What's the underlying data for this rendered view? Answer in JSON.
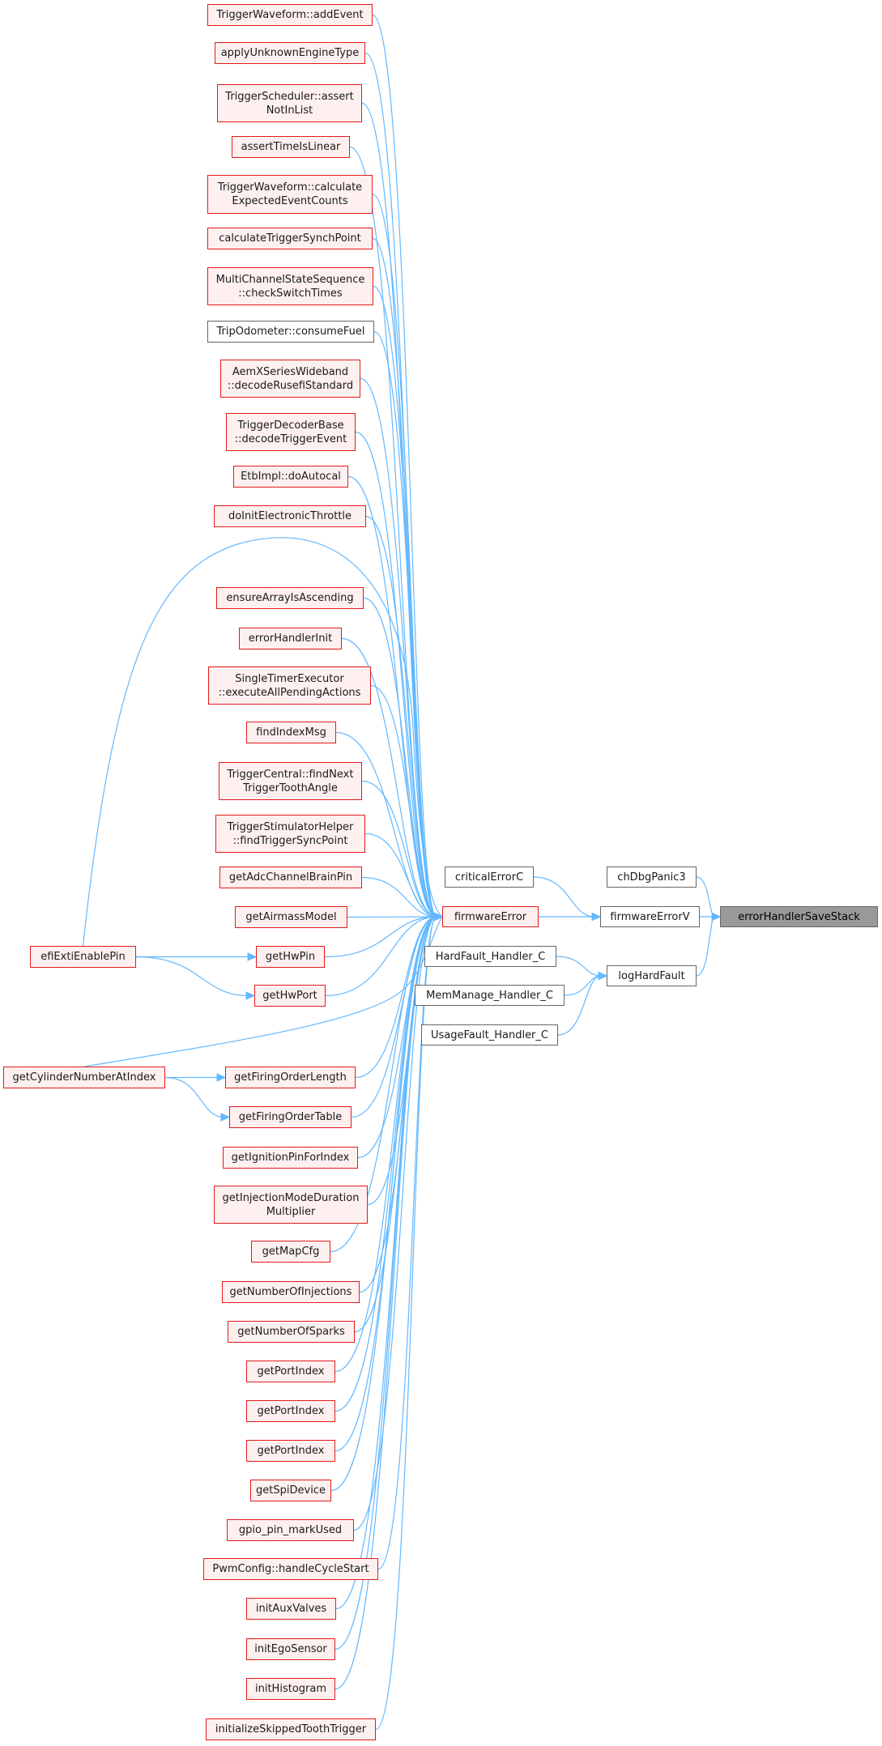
{
  "diagram": {
    "root": "errorHandlerSaveStack",
    "nodes": [
      {
        "id": "root",
        "label": "errorHandlerSaveStack",
        "style": "root"
      },
      {
        "id": "chDbgPanic3",
        "label": "chDbgPanic3",
        "style": "plain"
      },
      {
        "id": "firmwareErrorV",
        "label": "firmwareErrorV",
        "style": "plain"
      },
      {
        "id": "logHardFault",
        "label": "logHardFault",
        "style": "plain"
      },
      {
        "id": "criticalErrorC",
        "label": "criticalErrorC",
        "style": "plain"
      },
      {
        "id": "firmwareError",
        "label": "firmwareError",
        "style": "red"
      },
      {
        "id": "HardFault",
        "label": "HardFault_Handler_C",
        "style": "plain"
      },
      {
        "id": "MemManage",
        "label": "MemManage_Handler_C",
        "style": "plain"
      },
      {
        "id": "UsageFault",
        "label": "UsageFault_Handler_C",
        "style": "plain"
      },
      {
        "id": "c0",
        "label": "TriggerWaveform::addEvent",
        "style": "red"
      },
      {
        "id": "c1",
        "label": "applyUnknownEngineType",
        "style": "red"
      },
      {
        "id": "c2",
        "label": "TriggerScheduler::assert\nNotInList",
        "style": "red"
      },
      {
        "id": "c3",
        "label": "assertTimeIsLinear",
        "style": "red"
      },
      {
        "id": "c4",
        "label": "TriggerWaveform::calculate\nExpectedEventCounts",
        "style": "red"
      },
      {
        "id": "c5",
        "label": "calculateTriggerSynchPoint",
        "style": "red"
      },
      {
        "id": "c6",
        "label": "MultiChannelStateSequence\n::checkSwitchTimes",
        "style": "red"
      },
      {
        "id": "c7",
        "label": "TripOdometer::consumeFuel",
        "style": "plain"
      },
      {
        "id": "c8",
        "label": "AemXSeriesWideband\n::decodeRusefiStandard",
        "style": "red"
      },
      {
        "id": "c9",
        "label": "TriggerDecoderBase\n::decodeTriggerEvent",
        "style": "red"
      },
      {
        "id": "c10",
        "label": "EtbImpl::doAutocal",
        "style": "red"
      },
      {
        "id": "c11",
        "label": "doInitElectronicThrottle",
        "style": "red"
      },
      {
        "id": "c12",
        "label": "ensureArrayIsAscending",
        "style": "red"
      },
      {
        "id": "c13",
        "label": "errorHandlerInit",
        "style": "red"
      },
      {
        "id": "c14",
        "label": "SingleTimerExecutor\n::executeAllPendingActions",
        "style": "red"
      },
      {
        "id": "c15",
        "label": "findIndexMsg",
        "style": "red"
      },
      {
        "id": "c16",
        "label": "TriggerCentral::findNext\nTriggerToothAngle",
        "style": "red"
      },
      {
        "id": "c17",
        "label": "TriggerStimulatorHelper\n::findTriggerSyncPoint",
        "style": "red"
      },
      {
        "id": "c18",
        "label": "getAdcChannelBrainPin",
        "style": "red"
      },
      {
        "id": "c19",
        "label": "getAirmassModel",
        "style": "red"
      },
      {
        "id": "c20",
        "label": "getHwPin",
        "style": "red"
      },
      {
        "id": "c21",
        "label": "getHwPort",
        "style": "red"
      },
      {
        "id": "c22",
        "label": "getFiringOrderLength",
        "style": "red"
      },
      {
        "id": "c23",
        "label": "getFiringOrderTable",
        "style": "red"
      },
      {
        "id": "c24",
        "label": "getIgnitionPinForIndex",
        "style": "red"
      },
      {
        "id": "c25",
        "label": "getInjectionModeDuration\nMultiplier",
        "style": "red"
      },
      {
        "id": "c26",
        "label": "getMapCfg",
        "style": "red"
      },
      {
        "id": "c27",
        "label": "getNumberOfInjections",
        "style": "red"
      },
      {
        "id": "c28",
        "label": "getNumberOfSparks",
        "style": "red"
      },
      {
        "id": "c29",
        "label": "getPortIndex",
        "style": "red"
      },
      {
        "id": "c30",
        "label": "getPortIndex",
        "style": "red"
      },
      {
        "id": "c31",
        "label": "getPortIndex",
        "style": "red"
      },
      {
        "id": "c32",
        "label": "getSpiDevice",
        "style": "red"
      },
      {
        "id": "c33",
        "label": "gpio_pin_markUsed",
        "style": "red"
      },
      {
        "id": "c34",
        "label": "PwmConfig::handleCycleStart",
        "style": "red"
      },
      {
        "id": "c35",
        "label": "initAuxValves",
        "style": "red"
      },
      {
        "id": "c36",
        "label": "initEgoSensor",
        "style": "red"
      },
      {
        "id": "c37",
        "label": "initHistogram",
        "style": "red"
      },
      {
        "id": "c38",
        "label": "initializeSkippedToothTrigger",
        "style": "red"
      },
      {
        "id": "efiExti",
        "label": "efiExtiEnablePin",
        "style": "red"
      },
      {
        "id": "getCyl",
        "label": "getCylinderNumberAtIndex",
        "style": "red"
      }
    ],
    "edges": [
      [
        "chDbgPanic3",
        "root"
      ],
      [
        "firmwareErrorV",
        "root"
      ],
      [
        "logHardFault",
        "root"
      ],
      [
        "criticalErrorC",
        "firmwareErrorV"
      ],
      [
        "firmwareError",
        "firmwareErrorV"
      ],
      [
        "HardFault",
        "logHardFault"
      ],
      [
        "MemManage",
        "logHardFault"
      ],
      [
        "UsageFault",
        "logHardFault"
      ],
      [
        "c0",
        "firmwareError"
      ],
      [
        "c1",
        "firmwareError"
      ],
      [
        "c2",
        "firmwareError"
      ],
      [
        "c3",
        "firmwareError"
      ],
      [
        "c4",
        "firmwareError"
      ],
      [
        "c5",
        "firmwareError"
      ],
      [
        "c6",
        "firmwareError"
      ],
      [
        "c7",
        "firmwareError"
      ],
      [
        "c8",
        "firmwareError"
      ],
      [
        "c9",
        "firmwareError"
      ],
      [
        "c10",
        "firmwareError"
      ],
      [
        "c11",
        "firmwareError"
      ],
      [
        "efiExti",
        "firmwareError"
      ],
      [
        "c12",
        "firmwareError"
      ],
      [
        "c13",
        "firmwareError"
      ],
      [
        "c14",
        "firmwareError"
      ],
      [
        "c15",
        "firmwareError"
      ],
      [
        "c16",
        "firmwareError"
      ],
      [
        "c17",
        "firmwareError"
      ],
      [
        "c18",
        "firmwareError"
      ],
      [
        "c19",
        "firmwareError"
      ],
      [
        "c20",
        "firmwareError"
      ],
      [
        "c21",
        "firmwareError"
      ],
      [
        "getCyl",
        "firmwareError"
      ],
      [
        "c22",
        "firmwareError"
      ],
      [
        "c23",
        "firmwareError"
      ],
      [
        "c24",
        "firmwareError"
      ],
      [
        "c25",
        "firmwareError"
      ],
      [
        "c26",
        "firmwareError"
      ],
      [
        "c27",
        "firmwareError"
      ],
      [
        "c28",
        "firmwareError"
      ],
      [
        "c29",
        "firmwareError"
      ],
      [
        "c30",
        "firmwareError"
      ],
      [
        "c31",
        "firmwareError"
      ],
      [
        "c32",
        "firmwareError"
      ],
      [
        "c33",
        "firmwareError"
      ],
      [
        "c34",
        "firmwareError"
      ],
      [
        "c35",
        "firmwareError"
      ],
      [
        "c36",
        "firmwareError"
      ],
      [
        "c37",
        "firmwareError"
      ],
      [
        "c38",
        "firmwareError"
      ],
      [
        "efiExti",
        "c20"
      ],
      [
        "efiExti",
        "c21"
      ],
      [
        "getCyl",
        "c22"
      ],
      [
        "getCyl",
        "c23"
      ]
    ],
    "colors": {
      "edge": "#63b8ff",
      "red_border": "#e31a1a",
      "red_fill": "#fff0f0",
      "root_fill": "#999999",
      "plain_border": "#666666"
    }
  }
}
